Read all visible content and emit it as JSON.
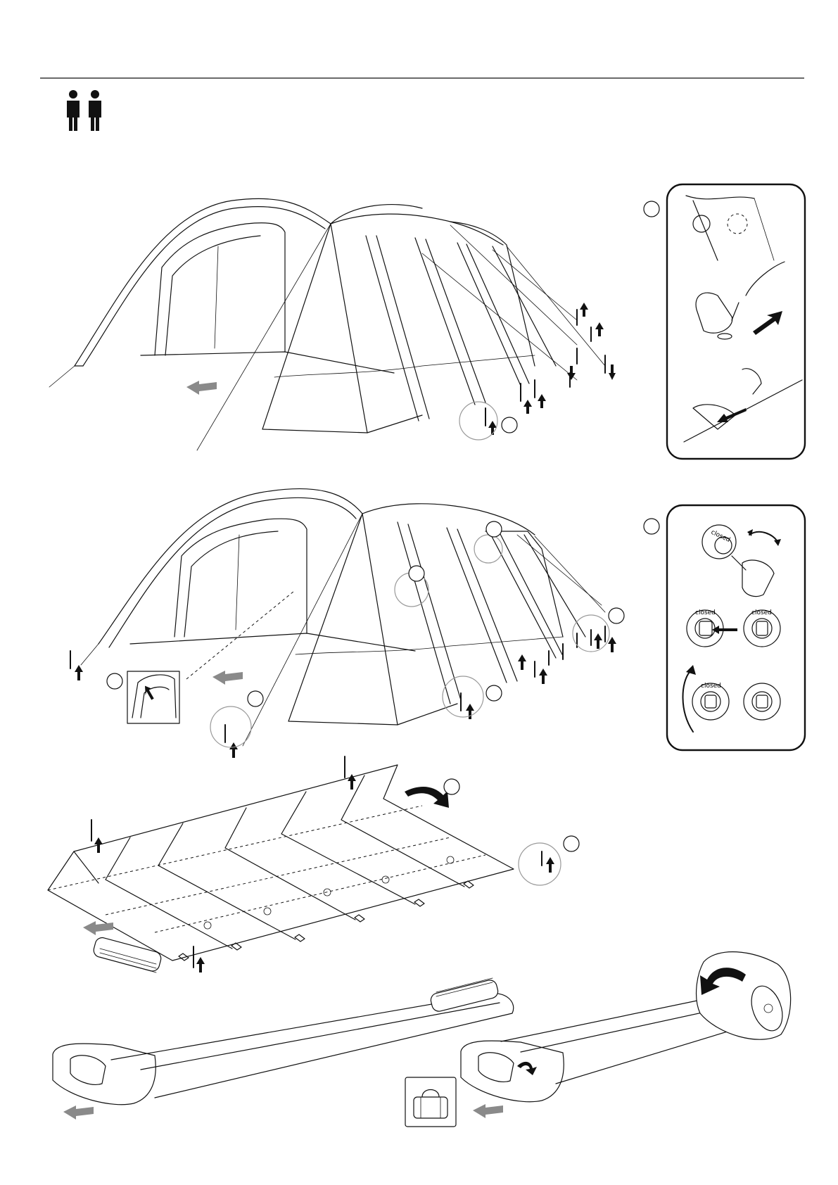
{
  "page": {
    "people_count": 2,
    "people_icon": "two-persons-icon"
  },
  "detail_panels": [
    {
      "id": "peg-and-guyline-tensioning",
      "labels": []
    },
    {
      "id": "valve-steps",
      "labels": [
        "closed",
        "closed",
        "closed",
        "closed"
      ]
    }
  ],
  "icons": {
    "people": "two-persons-icon",
    "bag": "carry-bag-icon",
    "fold_arrow": "curved-arrow-icon",
    "pull_arrow": "gray-arrow-icon",
    "step_marker": "circle-marker-icon"
  },
  "colors": {
    "line": "#111111",
    "arrow_gray": "#8a8a8a",
    "zoom_ring": "#999999"
  }
}
